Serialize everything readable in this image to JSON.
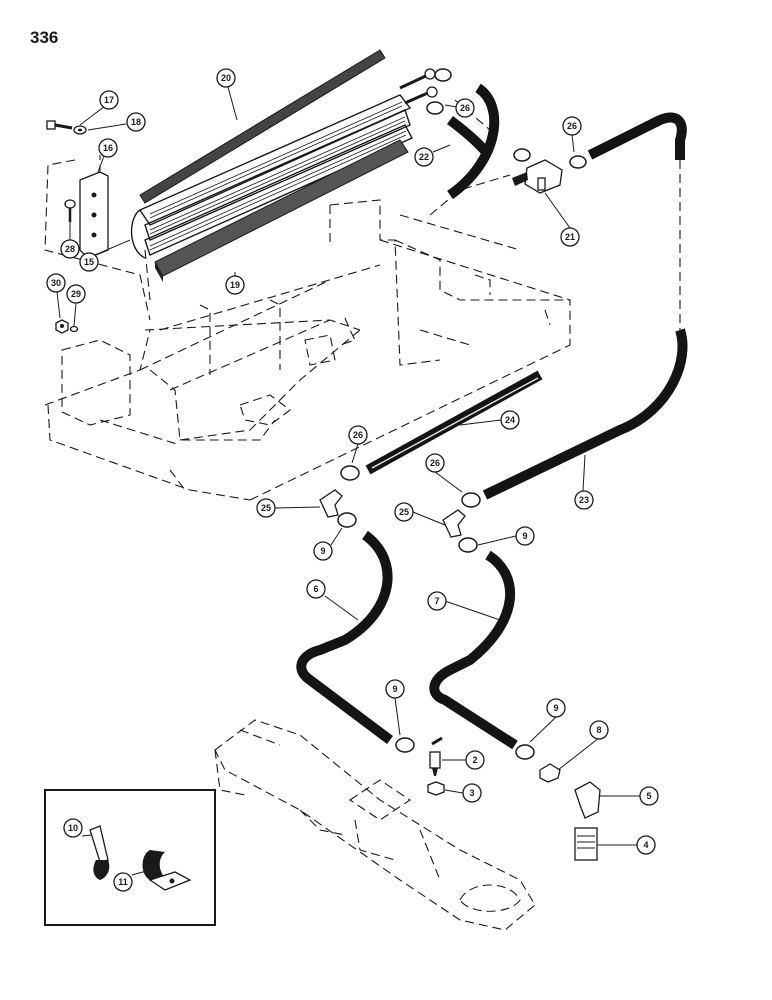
{
  "page": {
    "number": "336"
  },
  "callouts": [
    {
      "id": "c2",
      "label": "2"
    },
    {
      "id": "c3",
      "label": "3"
    },
    {
      "id": "c4",
      "label": "4"
    },
    {
      "id": "c5",
      "label": "5"
    },
    {
      "id": "c6",
      "label": "6"
    },
    {
      "id": "c7",
      "label": "7"
    },
    {
      "id": "c8",
      "label": "8"
    },
    {
      "id": "c9a",
      "label": "9"
    },
    {
      "id": "c9b",
      "label": "9"
    },
    {
      "id": "c9c",
      "label": "9"
    },
    {
      "id": "c9d",
      "label": "9"
    },
    {
      "id": "c10",
      "label": "10"
    },
    {
      "id": "c11",
      "label": "11"
    },
    {
      "id": "c15",
      "label": "15"
    },
    {
      "id": "c16",
      "label": "16"
    },
    {
      "id": "c17",
      "label": "17"
    },
    {
      "id": "c18",
      "label": "18"
    },
    {
      "id": "c19",
      "label": "19"
    },
    {
      "id": "c20",
      "label": "20"
    },
    {
      "id": "c21",
      "label": "21"
    },
    {
      "id": "c22",
      "label": "22"
    },
    {
      "id": "c23",
      "label": "23"
    },
    {
      "id": "c24",
      "label": "24"
    },
    {
      "id": "c25a",
      "label": "25"
    },
    {
      "id": "c25b",
      "label": "25"
    },
    {
      "id": "c26a",
      "label": "26"
    },
    {
      "id": "c26b",
      "label": "26"
    },
    {
      "id": "c26c",
      "label": "26"
    },
    {
      "id": "c26d",
      "label": "26"
    },
    {
      "id": "c28",
      "label": "28"
    },
    {
      "id": "c29",
      "label": "29"
    },
    {
      "id": "c30",
      "label": "30"
    }
  ]
}
